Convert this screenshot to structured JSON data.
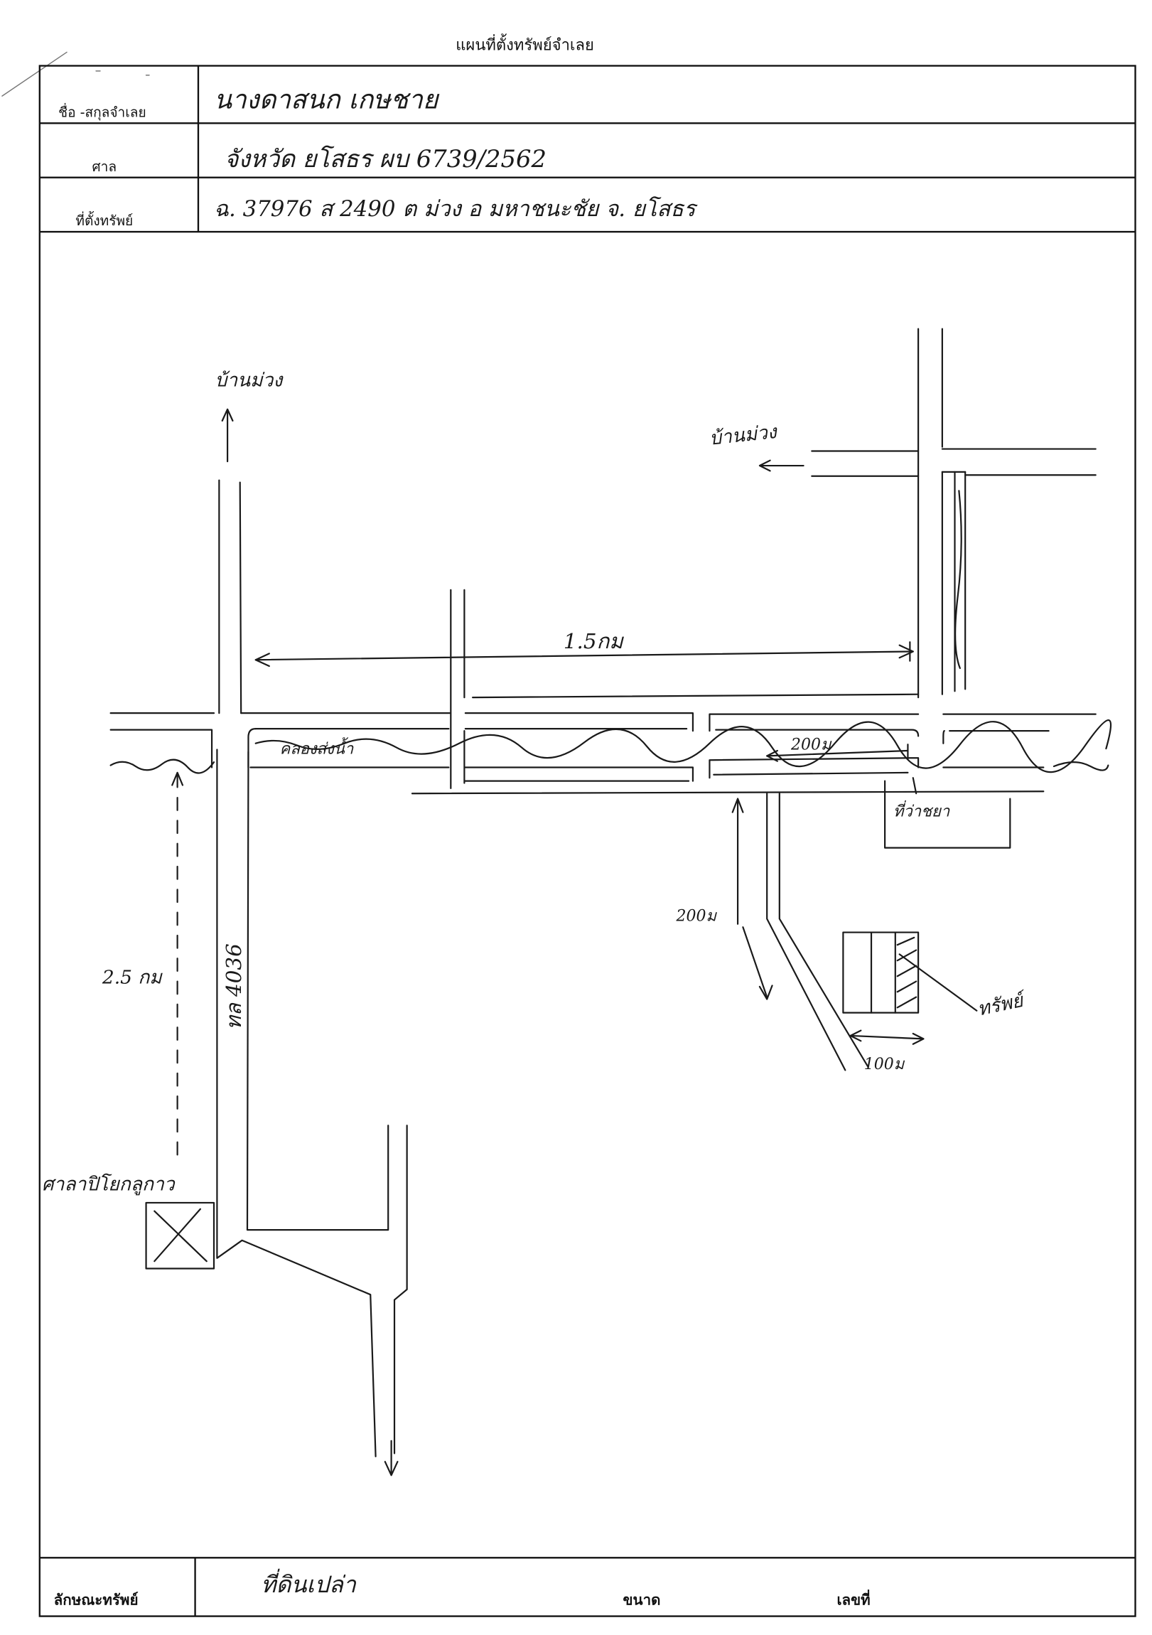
{
  "title": "แผนที่ตั้งทรัพย์จำเลย",
  "form": {
    "rows": [
      {
        "label": "ชื่อ -สกุลจำเลย",
        "value": "นางดาสนก  เกษชาย"
      },
      {
        "label": "ศาล",
        "value": "จังหวัด ยโสธร  ผบ  6739/2562"
      },
      {
        "label": "ที่ตั้งทรัพย์",
        "value": "ฉ. 37976  ส 2490  ต ม่วง  อ มหาชนะชัย  จ. ยโสธร"
      }
    ],
    "footer": {
      "type_label": "ลักษณะทรัพย์",
      "type_value": "ที่ดินเปล่า",
      "size_label": "ขนาด",
      "number_label": "เลขที่"
    }
  },
  "map": {
    "labels": {
      "north_village": "บ้านม่วง",
      "east_village": "บ้านม่วง",
      "distance_top": "1.5กม",
      "canal": "คลองส่งน้ำ",
      "distance_canal": "200ม",
      "landmark_box": "ที่ว่าชยา",
      "distance_side_road": "200ม",
      "property": "ทรัพย์",
      "property_width": "100ม",
      "distance_left": "2.5 กม",
      "highway": "ทล 4036",
      "shrine": "ศาลาปิโยกลูกาว"
    }
  }
}
